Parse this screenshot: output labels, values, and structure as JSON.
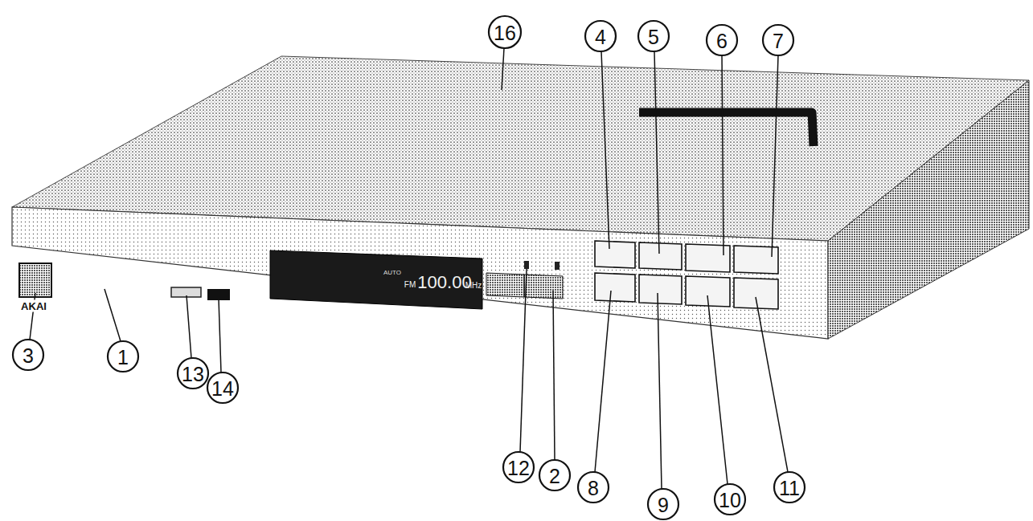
{
  "diagram": {
    "labels": [
      "16",
      "4",
      "5",
      "6",
      "7",
      "AKAI",
      "AUTO",
      "FM",
      "100.00",
      "MHz",
      "3",
      "1",
      "13",
      "14",
      "12",
      "2",
      "8",
      "9",
      "10",
      "11"
    ]
  }
}
